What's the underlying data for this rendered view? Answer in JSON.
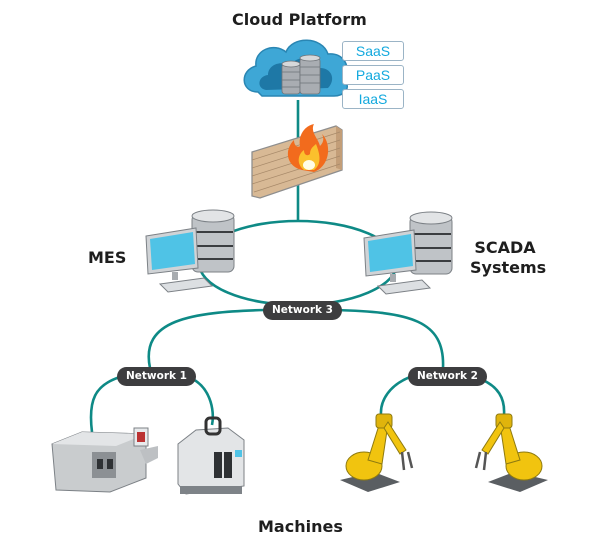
{
  "diagram": {
    "title": "Cloud Platform",
    "cloud_services": [
      "SaaS",
      "PaaS",
      "IaaS"
    ],
    "nodes": {
      "mes": "MES",
      "scada_line1": "SCADA",
      "scada_line2": "Systems",
      "machines": "Machines"
    },
    "networks": {
      "network3": "Network 3",
      "network1": "Network 1",
      "network2": "Network 2"
    },
    "icons": [
      "cloud-database-icon",
      "firewall-icon",
      "mes-workstation-icon",
      "scada-workstation-icon",
      "cnc-lathe-icon",
      "cnc-mill-icon",
      "robot-arm-icon"
    ],
    "colors": {
      "connector": "#0e8a86",
      "pill_bg": "#3d3d3f",
      "service_text": "#12a9de",
      "cloud": "#3ea7d6",
      "screen": "#4fc3e6",
      "robot": "#f1c40f"
    }
  }
}
